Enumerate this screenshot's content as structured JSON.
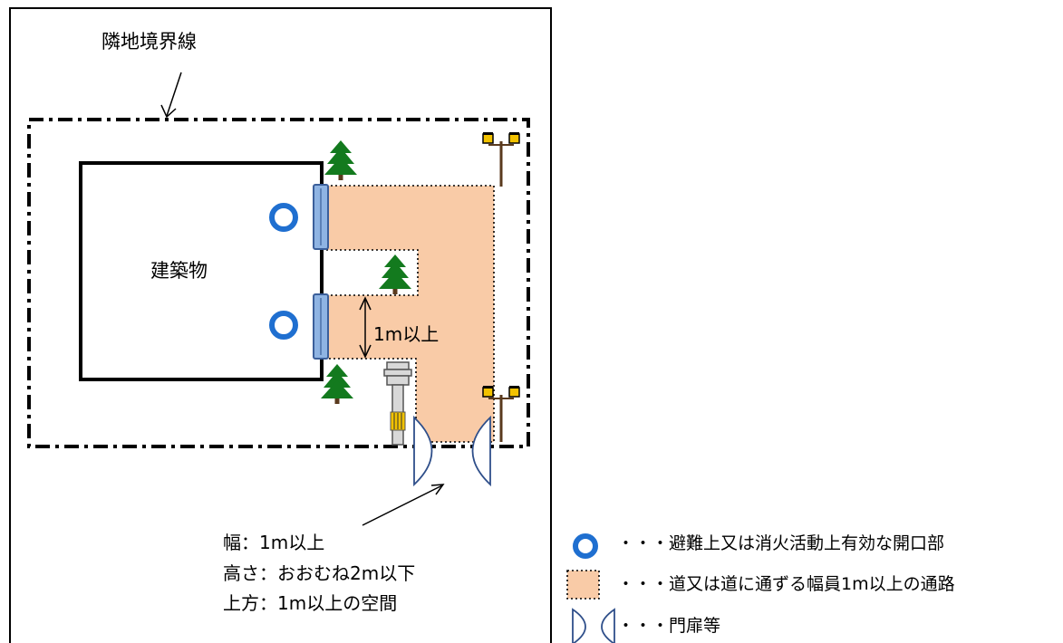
{
  "labels": {
    "boundary": "隣地境界線",
    "building": "建築物",
    "width_min": "1m以上"
  },
  "gate_note": {
    "width": "幅：1m以上",
    "height": "高さ：おおむね2m以下",
    "above": "上方：1m以上の空間"
  },
  "legend": {
    "opening": "・・・避難上又は消火活動上有効な開口部",
    "passage": "・・・道又は道に通ずる幅員1m以上の通路",
    "gate": "・・・門扉等"
  },
  "colors": {
    "opening_ring": "#1f6fd0",
    "passage_fill": "#f9cba7",
    "window_fill": "#8fb4e3",
    "window_stroke": "#3b5f9a",
    "tree_green": "#137a1e",
    "lamp_yellow": "#f2c200",
    "lamp_pole": "#5a3a1e",
    "gate_stroke": "#2f4f8a"
  },
  "icons": {
    "opening": "ring-icon",
    "passage": "dotted-area-icon",
    "gate": "double-gate-icon",
    "tree": "pine-tree-icon",
    "lamp": "street-lamp-icon",
    "ac_unit": "outdoor-unit-icon"
  }
}
